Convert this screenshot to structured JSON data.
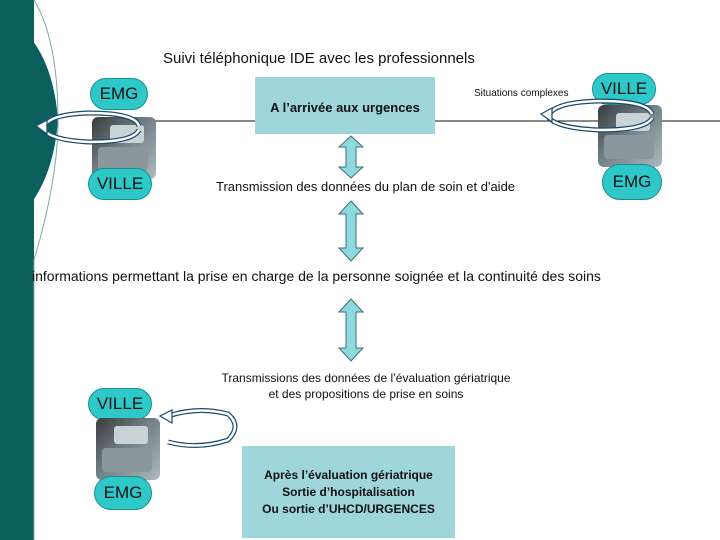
{
  "title": "Suivi téléphonique IDE avec les professionnels",
  "top_left": {
    "node_top": "EMG",
    "node_bottom": "VILLE"
  },
  "top_right": {
    "node_top": "VILLE",
    "node_bottom": "EMG"
  },
  "bottom_left": {
    "node_top": "VILLE",
    "node_bottom": "EMG"
  },
  "arrival_box": "A l’arrivée aux urgences",
  "complex_note": "Situations complexes",
  "transmission_top": "Transmission des données du plan de soin et d'aide",
  "central_text": "informations permettant la prise en charge de la personne soignée et la continuité des soins",
  "transmission_bottom": {
    "line1": "Transmissions des données de l’évaluation gériatrique",
    "line2": "et des propositions de prise en soins"
  },
  "after_box": {
    "line1": "Après l’évaluation gériatrique",
    "line2": "Sortie d’hospitalisation",
    "line3": "Ou sortie d’UHCD/URGENCES"
  },
  "colors": {
    "dark_teal": "#0b5f5c",
    "node_fill": "#2ec8c8",
    "box_fill": "#9fd6dc",
    "arrow_fill": "#8ed8e0"
  },
  "icons": [
    "telephone-icon",
    "double-arrow-icon",
    "curved-arrow-icon"
  ]
}
